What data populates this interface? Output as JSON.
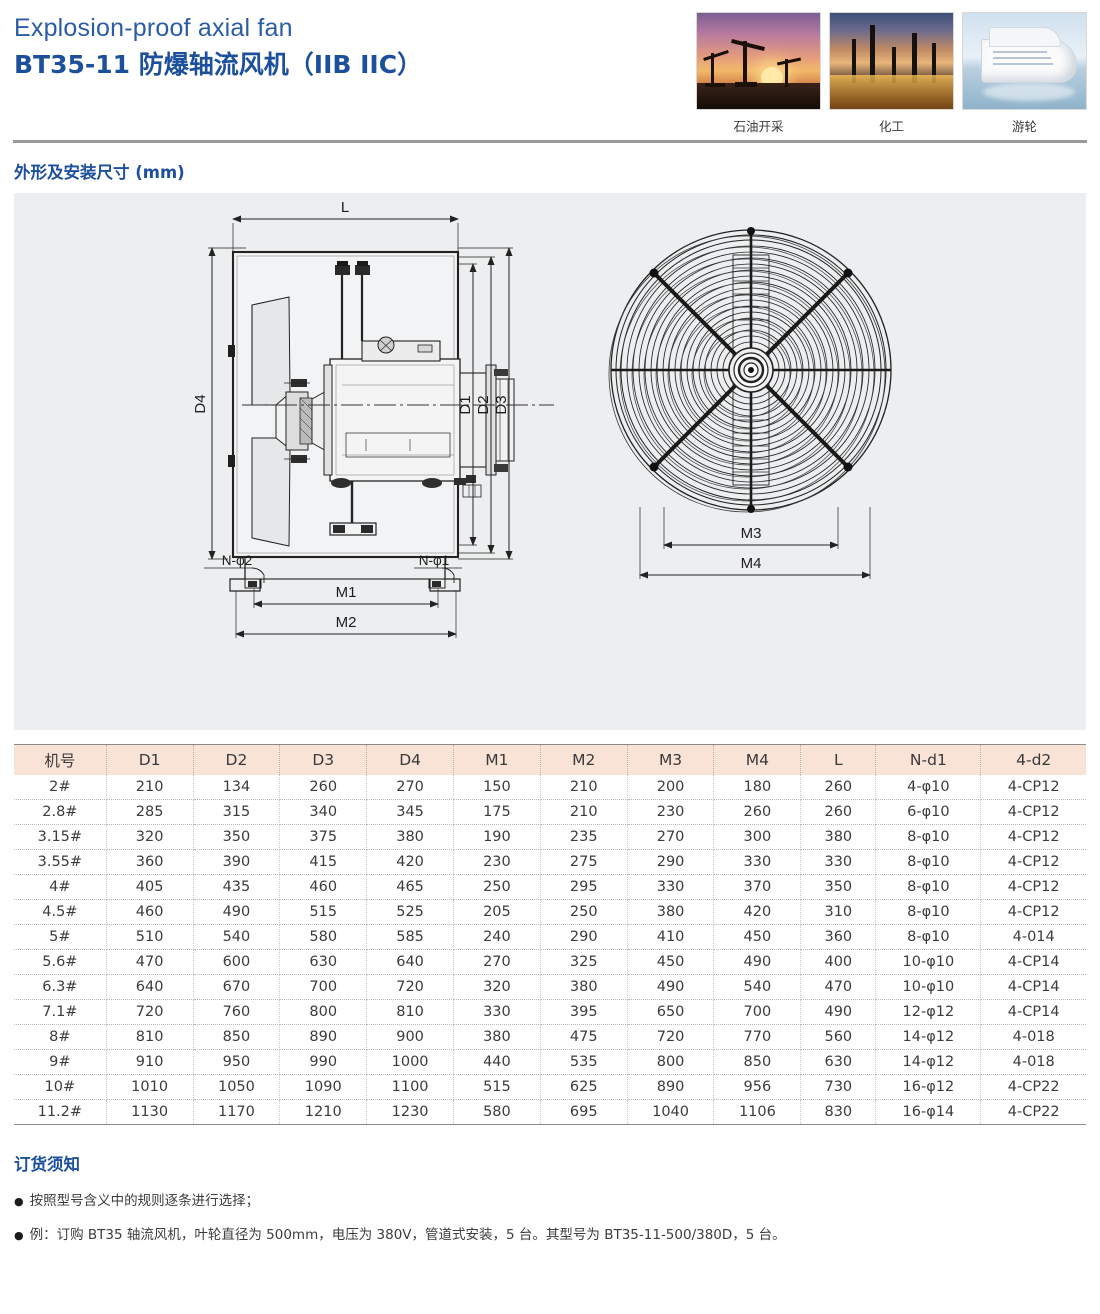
{
  "header": {
    "title_en": "Explosion-proof axial fan",
    "title_cn": "BT35-11 防爆轴流风机（IIB  IIC）",
    "photos": [
      {
        "name": "oil-extraction",
        "caption": "石油开采"
      },
      {
        "name": "chemical-industry",
        "caption": "化工"
      },
      {
        "name": "cruise-ship",
        "caption": "游轮"
      }
    ]
  },
  "section": {
    "dimensions_title": "外形及安装尺寸 (mm)"
  },
  "drawing": {
    "labels": {
      "L": "L",
      "D1": "D1",
      "D2": "D2",
      "D3": "D3",
      "D4": "D4",
      "M1": "M1",
      "M2": "M2",
      "M3": "M3",
      "M4": "M4",
      "Nd1": "N-φ1",
      "Nd2": "N-φ2"
    }
  },
  "table": {
    "columns": [
      "机号",
      "D1",
      "D2",
      "D3",
      "D4",
      "M1",
      "M2",
      "M3",
      "M4",
      "L",
      "N-d1",
      "4-d2"
    ],
    "rows": [
      [
        "2#",
        "210",
        "134",
        "260",
        "270",
        "150",
        "210",
        "200",
        "180",
        "260",
        "4-φ10",
        "4-CP12"
      ],
      [
        "2.8#",
        "285",
        "315",
        "340",
        "345",
        "175",
        "210",
        "230",
        "260",
        "260",
        "6-φ10",
        "4-CP12"
      ],
      [
        "3.15#",
        "320",
        "350",
        "375",
        "380",
        "190",
        "235",
        "270",
        "300",
        "380",
        "8-φ10",
        "4-CP12"
      ],
      [
        "3.55#",
        "360",
        "390",
        "415",
        "420",
        "230",
        "275",
        "290",
        "330",
        "330",
        "8-φ10",
        "4-CP12"
      ],
      [
        "4#",
        "405",
        "435",
        "460",
        "465",
        "250",
        "295",
        "330",
        "370",
        "350",
        "8-φ10",
        "4-CP12"
      ],
      [
        "4.5#",
        "460",
        "490",
        "515",
        "525",
        "205",
        "250",
        "380",
        "420",
        "310",
        "8-φ10",
        "4-CP12"
      ],
      [
        "5#",
        "510",
        "540",
        "580",
        "585",
        "240",
        "290",
        "410",
        "450",
        "360",
        "8-φ10",
        "4-014"
      ],
      [
        "5.6#",
        "470",
        "600",
        "630",
        "640",
        "270",
        "325",
        "450",
        "490",
        "400",
        "10-φ10",
        "4-CP14"
      ],
      [
        "6.3#",
        "640",
        "670",
        "700",
        "720",
        "320",
        "380",
        "490",
        "540",
        "470",
        "10-φ10",
        "4-CP14"
      ],
      [
        "7.1#",
        "720",
        "760",
        "800",
        "810",
        "330",
        "395",
        "650",
        "700",
        "490",
        "12-φ12",
        "4-CP14"
      ],
      [
        "8#",
        "810",
        "850",
        "890",
        "900",
        "380",
        "475",
        "720",
        "770",
        "560",
        "14-φ12",
        "4-018"
      ],
      [
        "9#",
        "910",
        "950",
        "990",
        "1000",
        "440",
        "535",
        "800",
        "850",
        "630",
        "14-φ12",
        "4-018"
      ],
      [
        "10#",
        "1010",
        "1050",
        "1090",
        "1100",
        "515",
        "625",
        "890",
        "956",
        "730",
        "16-φ12",
        "4-CP22"
      ],
      [
        "11.2#",
        "1130",
        "1170",
        "1210",
        "1230",
        "580",
        "695",
        "1040",
        "1106",
        "830",
        "16-φ14",
        "4-CP22"
      ]
    ]
  },
  "notes": {
    "title": "订货须知",
    "items": [
      "按照型号含义中的规则逐条进行选择；",
      "例：订购 BT35 轴流风机，叶轮直径为 500mm，电压为 380V，管道式安装，5 台。其型号为 BT35-11-500/380D，5 台。"
    ]
  },
  "colors": {
    "brand_blue": "#1c4f9c",
    "title_blue": "#2b5ca8",
    "table_header_bg": "#f9e2d6",
    "panel_bg": "#eceef0",
    "rule_gray": "#9a9a9a"
  }
}
